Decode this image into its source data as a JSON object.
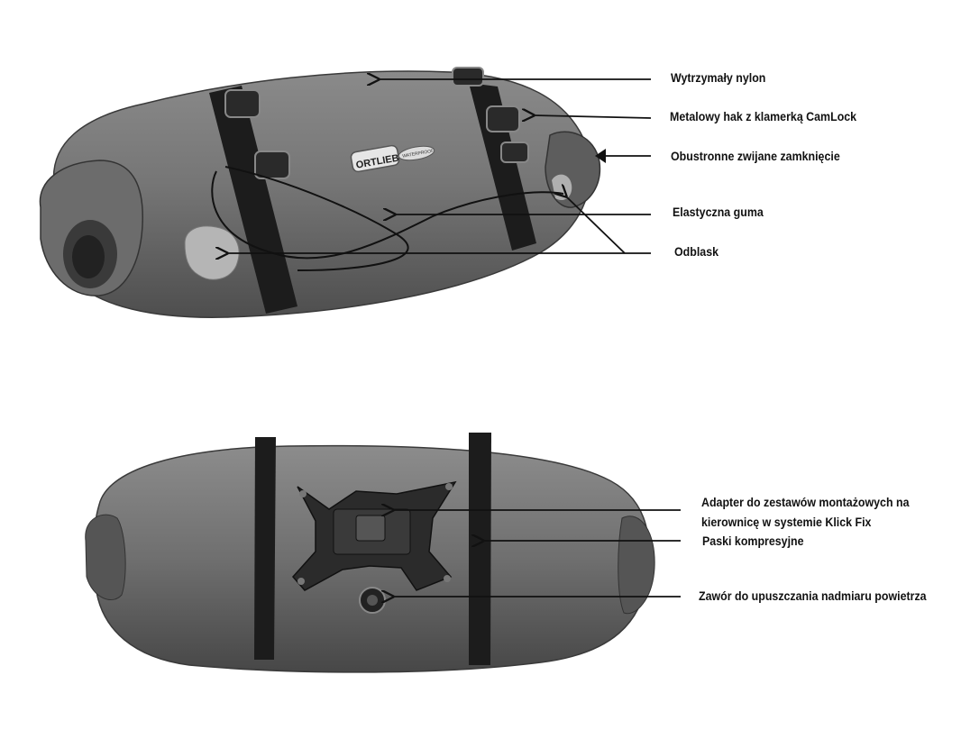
{
  "labels": {
    "nylon": "Wytrzymały nylon",
    "hook": "Metalowy hak z klamerką CamLock",
    "roll_closure": "Obustronne zwijane zamknięcie",
    "elastic": "Elastyczna guma",
    "reflector": "Odblask",
    "adapter_line1": "Adapter do zestawów montażowych na",
    "adapter_line2": "kierownicę w systemie Klick Fix",
    "straps": "Paski kompresyjne",
    "valve": "Zawór do upuszczania nadmiaru powietrza"
  },
  "logo": {
    "brand": "ORTLIEB",
    "badge": "WATERPROOF"
  },
  "colors": {
    "bag": "#707070",
    "bag_dark": "#4a4a4a",
    "strap": "#1c1c1c",
    "line": "#111111"
  }
}
